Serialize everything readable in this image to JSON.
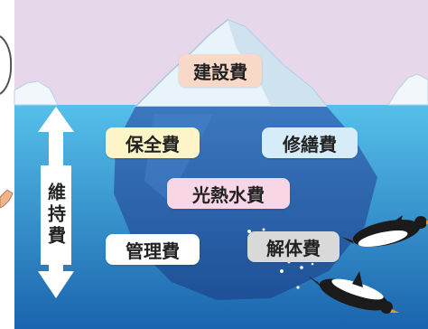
{
  "labels": {
    "construction": "建設費",
    "maintenance": "保全費",
    "repair": "修繕費",
    "utilities": "光熱水費",
    "management": "管理費",
    "demolition": "解体費"
  },
  "side_label": "維持費",
  "colors": {
    "sky": "#e6d7ea",
    "sea_top": "#4fb6e6",
    "sea_bottom": "#1f6fb8",
    "iceberg_top": "#eaf4fb",
    "iceberg_under": "#2a5fa8",
    "construction_bg": "#f8d9c8",
    "maintenance_bg": "#fdf5c8",
    "repair_bg": "#d6ecf8",
    "utilities_bg": "#f9d6e6",
    "management_bg": "#ffffff",
    "demolition_bg": "#d9d9d9"
  }
}
